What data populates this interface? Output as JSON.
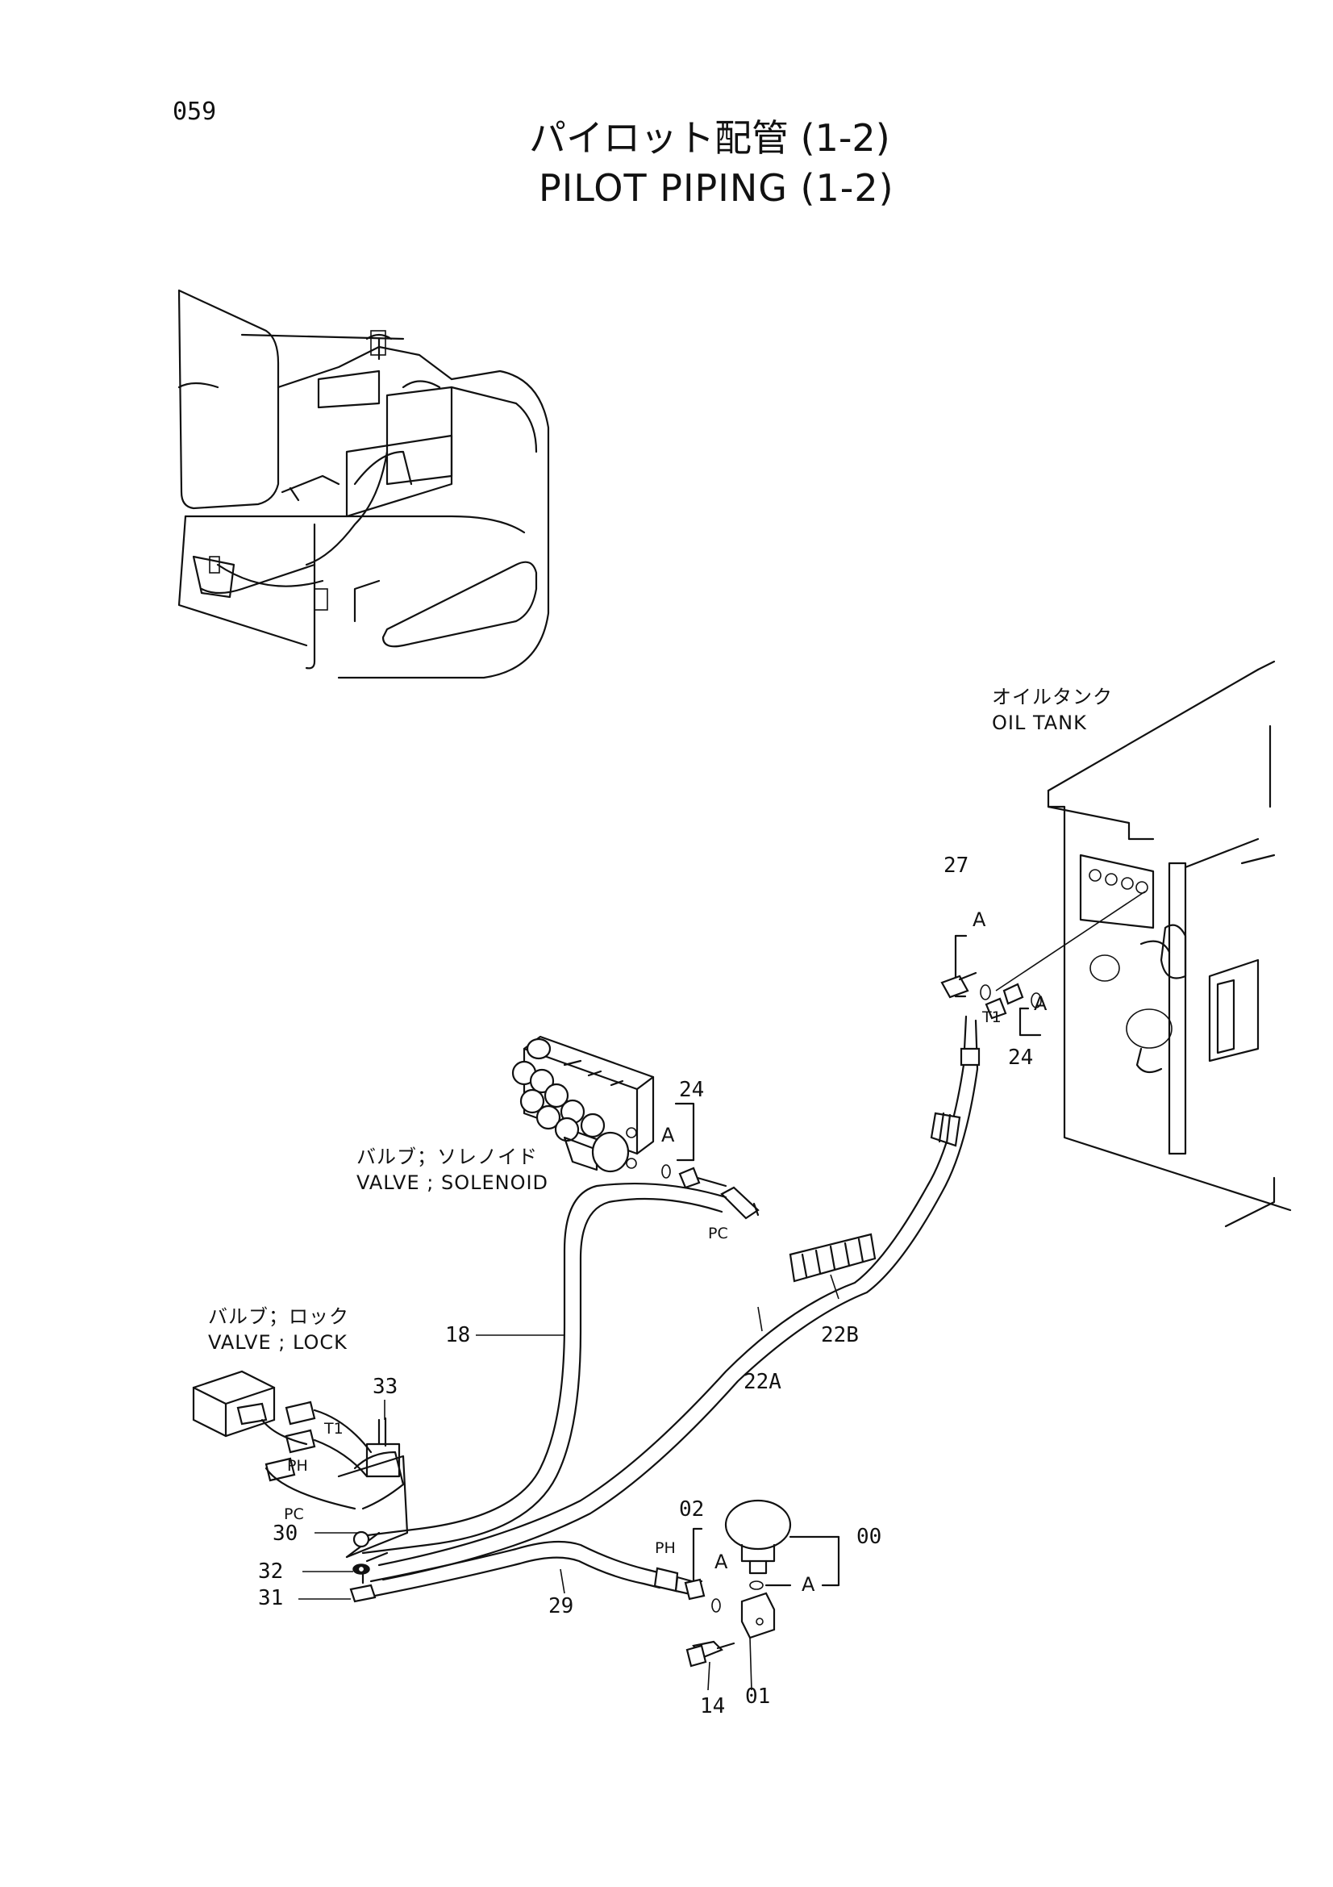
{
  "page_number": "059",
  "title_jp": "パイロット配管 (1-2)",
  "title_en": "PILOT PIPING (1-2)",
  "components": {
    "oil_tank_jp": "オイルタンク",
    "oil_tank_en": "OIL TANK",
    "solenoid_valve_jp": "バルブ；ソレノイド",
    "solenoid_valve_en": "VALVE ; SOLENOID",
    "lock_valve_jp": "バルブ；ロック",
    "lock_valve_en": "VALVE ; LOCK"
  },
  "port_labels": {
    "t1_tank": "T1",
    "pc_solenoid": "PC",
    "t1_lock": "T1",
    "ph_lock": "PH",
    "pc_lock": "PC",
    "ph_hose": "PH"
  },
  "callouts": {
    "p27": "27",
    "p24_tank": "24",
    "p24_solenoid": "24",
    "p18": "18",
    "p22a": "22A",
    "p22b": "22B",
    "p33": "33",
    "p30": "30",
    "p32": "32",
    "p31": "31",
    "p29": "29",
    "p02": "02",
    "p00": "00",
    "p14": "14",
    "p01": "01"
  },
  "detail_markers": {
    "a1": "A",
    "a2": "A",
    "a3": "A",
    "a4": "A",
    "a5": "A"
  }
}
